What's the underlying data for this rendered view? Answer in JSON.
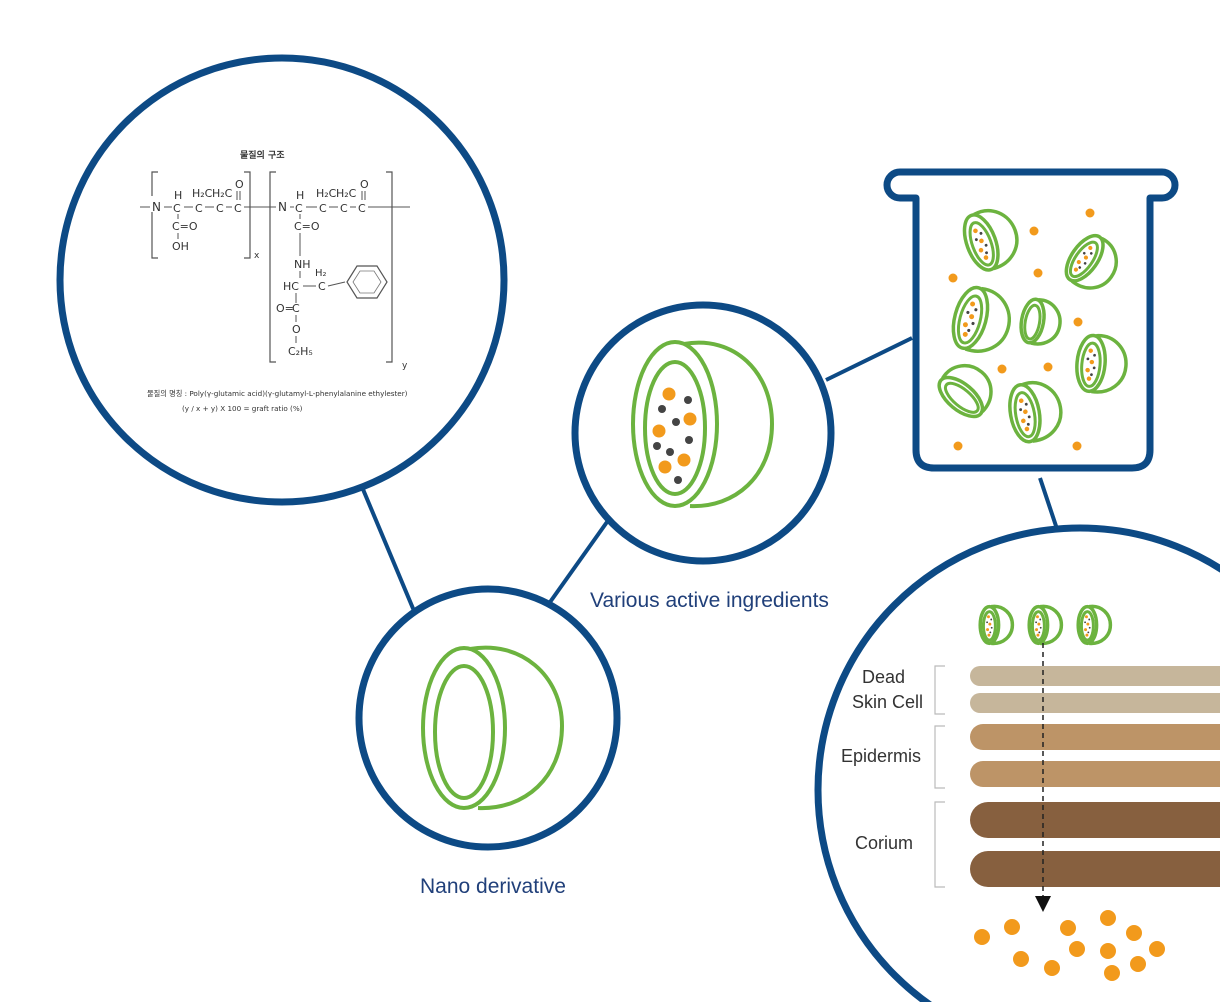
{
  "colors": {
    "ring": "#0d4a85",
    "capsule": "#6cb33f",
    "orange": "#f29a1c",
    "dark_dot": "#444444",
    "dead_skin": "#c6b69b",
    "epidermis": "#bd9467",
    "corium": "#87603f",
    "caption": "#21407a"
  },
  "captions": {
    "nano_derivative": "Nano derivative",
    "active_ingredients": "Various active ingredients"
  },
  "structure": {
    "heading": "물질의 구조",
    "formula_name": "물질의 명칭 : Poly(γ-glutamic acid)(γ-glutamyl-L-phenylalanine ethylester)",
    "graft_ratio": "(y / x + y) X 100 = graft ratio (%)",
    "sub_x": "x",
    "sub_y": "y",
    "left_unit": {
      "n": "N",
      "h_top": "H",
      "c_alpha": "C",
      "h2c": "H₂C",
      "c_mid": "C",
      "c_end": "C",
      "o_top": "O",
      "h": "H",
      "c_side": "C=O",
      "oh": "OH"
    },
    "right_unit": {
      "n": "N",
      "h_top": "H",
      "c_alpha": "C",
      "h2c": "H₂C",
      "c_mid": "C",
      "c_end": "C",
      "o_top": "O",
      "h": "H",
      "c_side": "C=O",
      "nh": "NH",
      "h2": "H₂",
      "hc": "HC",
      "c_right": "C",
      "o_left": "O=",
      "c_ester": "C",
      "o_ester": "O",
      "ethyl": "C₂H₅"
    }
  },
  "skin_layers": {
    "dead_skin_cell_line1": "Dead",
    "dead_skin_cell_line2": "Skin Cell",
    "epidermis": "Epidermis",
    "corium": "Corium"
  }
}
